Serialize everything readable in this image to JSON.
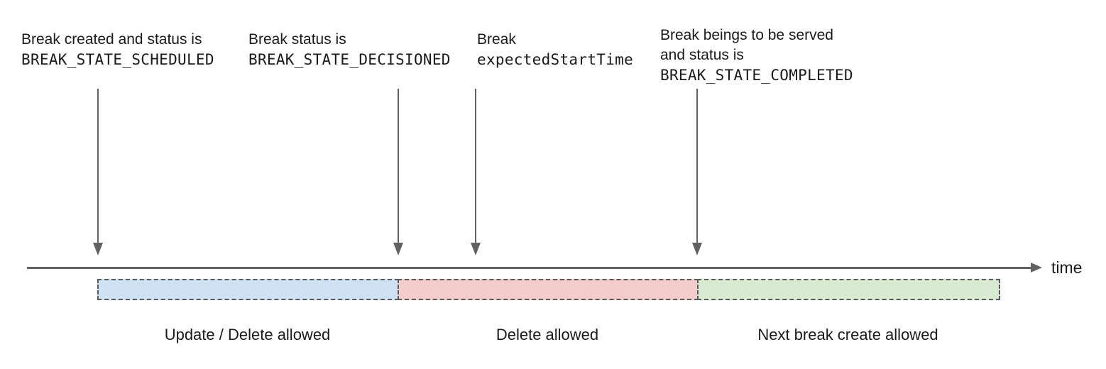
{
  "annotations": [
    {
      "id": "scheduled",
      "lines": [
        {
          "text": "Break created and status is"
        },
        {
          "text": "BREAK_STATE_SCHEDULED"
        }
      ]
    },
    {
      "id": "decisioned",
      "lines": [
        {
          "text": "Break status is"
        },
        {
          "text": "BREAK_STATE_DECISIONED"
        }
      ]
    },
    {
      "id": "expected-start-time",
      "lines": [
        {
          "text": "Break"
        },
        {
          "text": "expectedStartTime"
        }
      ]
    },
    {
      "id": "completed",
      "lines": [
        {
          "text": "Break beings to be served"
        },
        {
          "text": "and status is"
        },
        {
          "text": "BREAK_STATE_COMPLETED"
        }
      ]
    }
  ],
  "timeline": {
    "axis_label": "time",
    "line_color": "#616161"
  },
  "segments": [
    {
      "label": "Update / Delete allowed",
      "fill": "#cfe2f3",
      "border": "#5a5a5a"
    },
    {
      "label": "Delete allowed",
      "fill": "#f4cccc",
      "border": "#5a5a5a"
    },
    {
      "label": "Next break create allowed",
      "fill": "#d9ead3",
      "border": "#5a5a5a"
    }
  ]
}
